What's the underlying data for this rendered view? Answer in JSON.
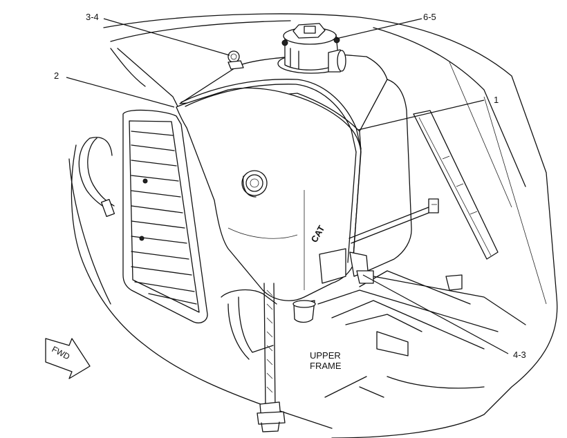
{
  "callouts": {
    "c_3_4": "3-4",
    "c_6_5": "6-5",
    "c_2": "2",
    "c_1": "1",
    "c_4_3": "4-3"
  },
  "labels": {
    "upper": "UPPER",
    "frame": "FRAME",
    "fwd": "FWD",
    "brand": "CAT"
  }
}
